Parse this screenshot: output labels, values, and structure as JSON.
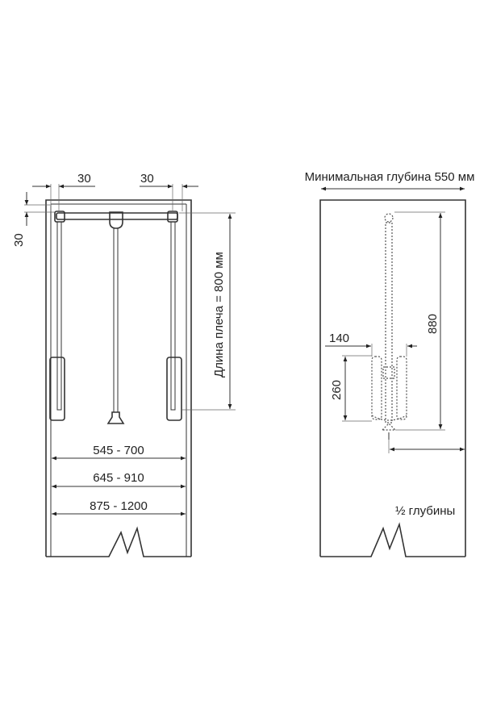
{
  "left_view": {
    "dim_left_offset": "30",
    "dim_right_offset": "30",
    "dim_top_offset": "30",
    "arm_length": "Длина плеча = 800 мм",
    "width_ranges": [
      "545 - 700",
      "645 - 910",
      "875 - 1200"
    ]
  },
  "right_view": {
    "min_depth": "Минимальная глубина 550 мм",
    "height": "880",
    "hanger_width": "140",
    "hanger_height": "260",
    "half_depth": "½ глубины"
  },
  "colors": {
    "line": "#333333",
    "background": "#ffffff"
  }
}
